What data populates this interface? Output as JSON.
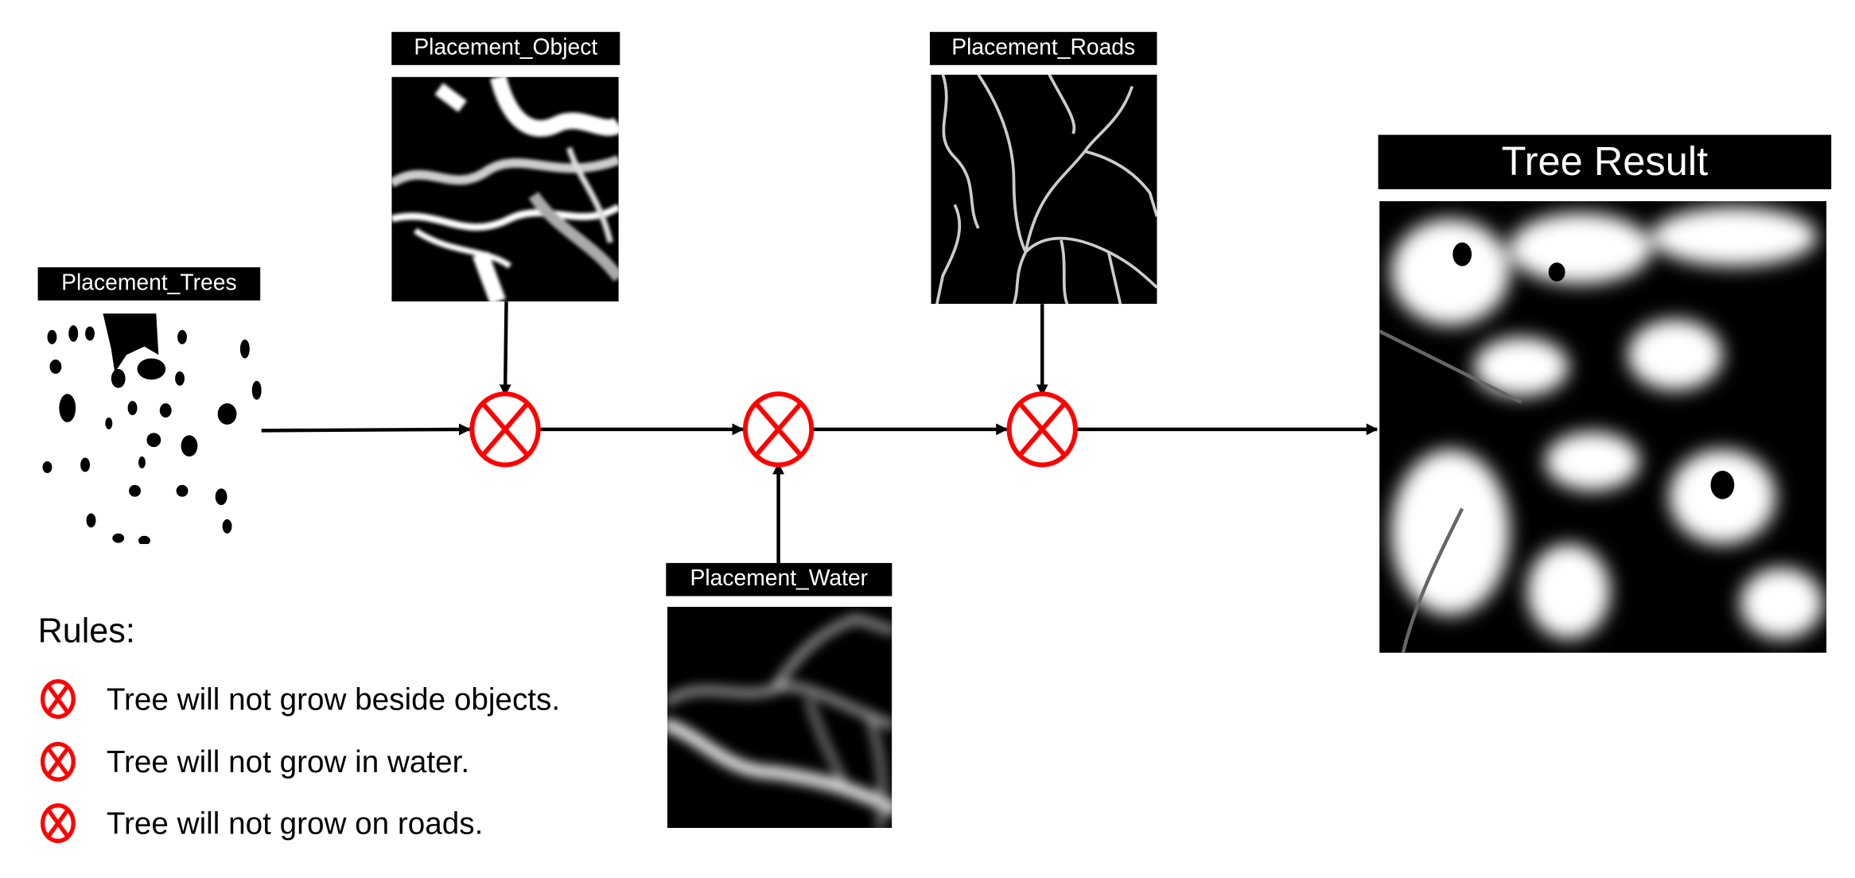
{
  "nodes": {
    "trees": {
      "label": "Placement_Trees"
    },
    "object": {
      "label": "Placement_Object"
    },
    "water": {
      "label": "Placement_Water"
    },
    "roads": {
      "label": "Placement_Roads"
    },
    "result": {
      "label": "Tree Result"
    }
  },
  "operator_icon": "circled-x-icon",
  "colors": {
    "operator": "#ff0000",
    "label_bg": "#000000",
    "arrow": "#000000"
  },
  "rules": {
    "title": "Rules:",
    "items": [
      {
        "text": "Tree will not grow beside objects."
      },
      {
        "text": "Tree will not grow in water."
      },
      {
        "text": "Tree will not grow on roads."
      }
    ]
  }
}
